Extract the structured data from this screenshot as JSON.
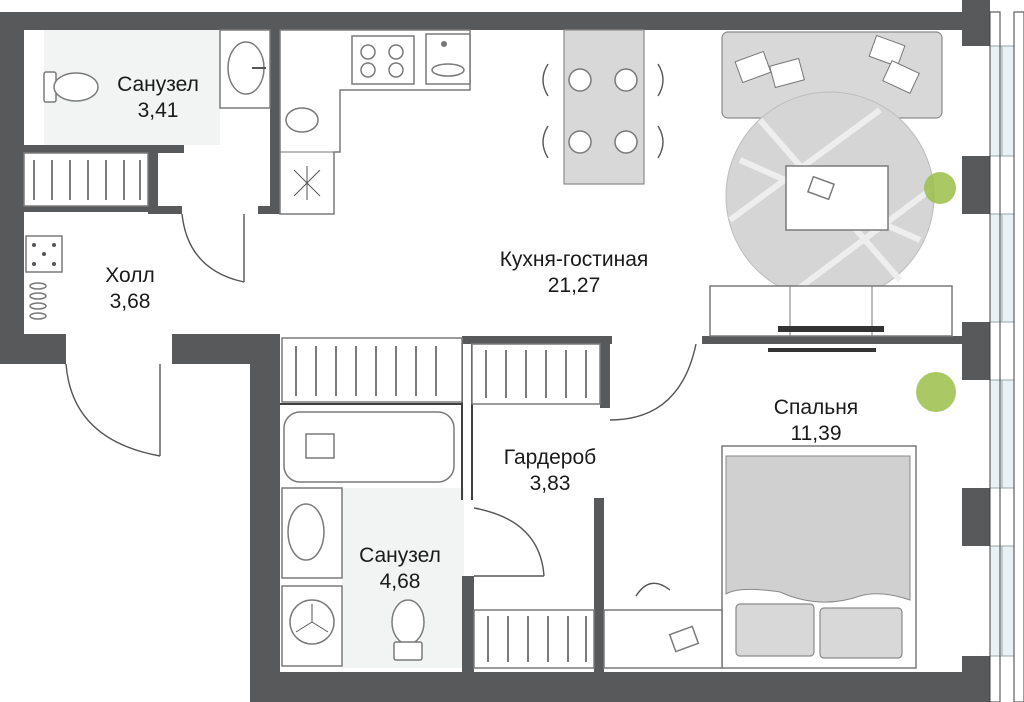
{
  "rooms": [
    {
      "id": "bathroom-1",
      "name": "Санузел",
      "area": "3,41"
    },
    {
      "id": "hall",
      "name": "Холл",
      "area": "3,68"
    },
    {
      "id": "kitchen-living",
      "name": "Кухня-гостиная",
      "area": "21,27"
    },
    {
      "id": "wardrobe",
      "name": "Гардероб",
      "area": "3,83"
    },
    {
      "id": "bathroom-2",
      "name": "Санузел",
      "area": "4,68"
    },
    {
      "id": "bedroom",
      "name": "Спальня",
      "area": "11,39"
    }
  ],
  "colors": {
    "wall": "#58595b",
    "tile": "#f1f4f3",
    "furniture": "#d8d8d8",
    "plant": "#9bbf4a",
    "window": "#e8f2f4"
  },
  "icons": [
    "toilet-icon",
    "sink-icon",
    "stove-icon",
    "bathtub-icon",
    "washing-machine-icon",
    "plant-icon",
    "laptop-icon",
    "tv-icon"
  ]
}
